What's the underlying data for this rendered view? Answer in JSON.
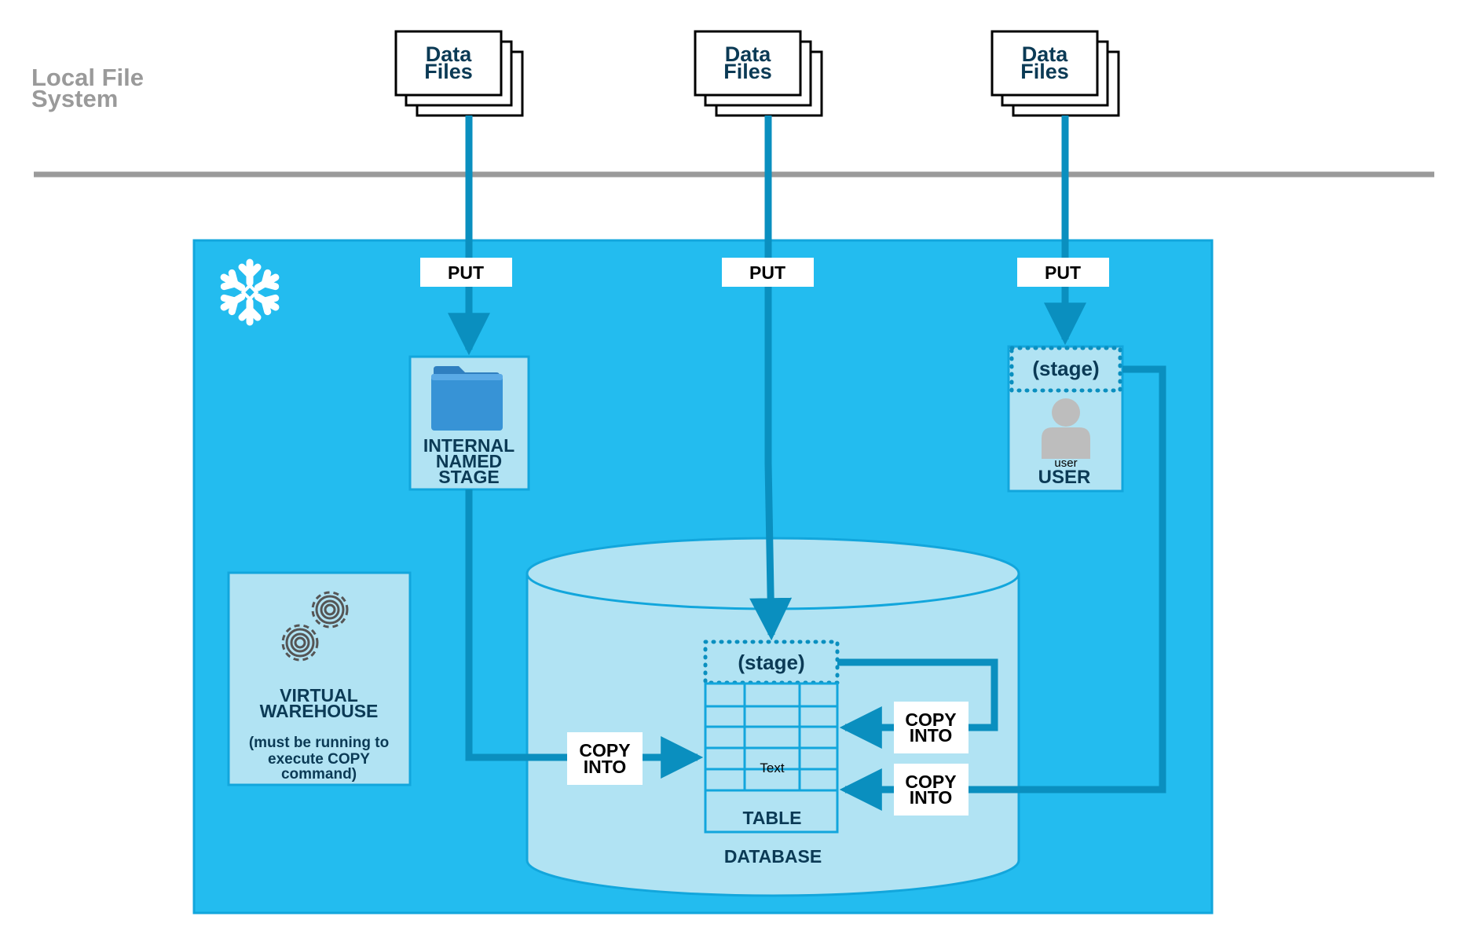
{
  "local_fs_label": [
    "Local File",
    "System"
  ],
  "data_files": [
    {
      "line1": "Data",
      "line2": "Files"
    },
    {
      "line1": "Data",
      "line2": "Files"
    },
    {
      "line1": "Data",
      "line2": "Files"
    }
  ],
  "put_labels": [
    "PUT",
    "PUT",
    "PUT"
  ],
  "internal_stage": {
    "lines": [
      "INTERNAL",
      "NAMED",
      "STAGE"
    ]
  },
  "user_stage": {
    "stage_label": "(stage)",
    "icon_caption": "user",
    "label": "USER"
  },
  "warehouse": {
    "title": [
      "VIRTUAL",
      "WAREHOUSE"
    ],
    "note": [
      "(must be running to",
      "execute COPY",
      "command)"
    ]
  },
  "database": {
    "label": "DATABASE",
    "table_stage_label": "(stage)",
    "table_label": "TABLE",
    "cell_text": "Text"
  },
  "copy_labels": [
    {
      "line1": "COPY",
      "line2": "INTO"
    },
    {
      "line1": "COPY",
      "line2": "INTO"
    },
    {
      "line1": "COPY",
      "line2": "INTO"
    }
  ],
  "colors": {
    "snowflake_bg": "#23bcef",
    "light_panel": "#b1e3f3",
    "arrow": "#0a8fbf",
    "dark_text": "#0b3a55",
    "gray_text": "#9a9a9a",
    "divider": "#9a9a9a",
    "folder": "#3793d6"
  }
}
